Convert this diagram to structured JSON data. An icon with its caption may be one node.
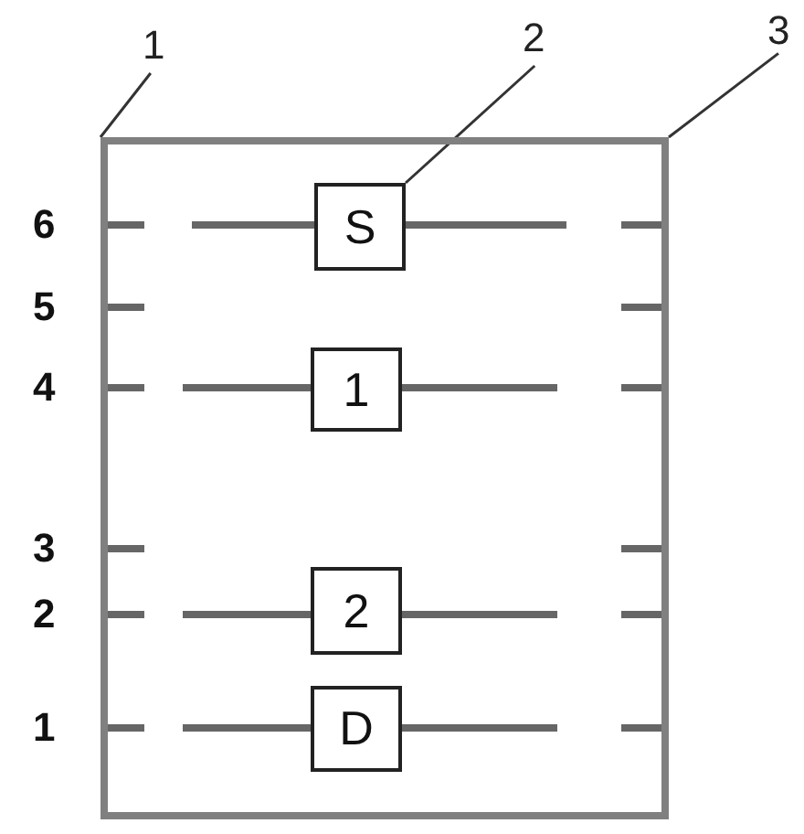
{
  "diagram": {
    "nodes": [
      {
        "text": [],
        "shape": "box"
      },
      {
        "text": [
          "S"
        ],
        "in": 0
      },
      {
        "text": [
          "1"
        ],
        "in": 0
      },
      {
        "text": [
          "2"
        ],
        "in": 0
      },
      {
        "text": [
          "D"
        ],
        "in": 0
      },
      {
        "text": [
          "1"
        ]
      },
      {
        "text": [
          "2"
        ]
      },
      {
        "text": [
          "3"
        ]
      }
    ],
    "edges": [
      {
        "from": 5,
        "to": 0,
        "arrow": "none"
      },
      {
        "from": 6,
        "to": 1,
        "arrow": "none"
      },
      {
        "from": 7,
        "to": 0,
        "arrow": "none"
      }
    ],
    "labels": [
      "6",
      "5",
      "4",
      "3",
      "2",
      "1"
    ]
  }
}
